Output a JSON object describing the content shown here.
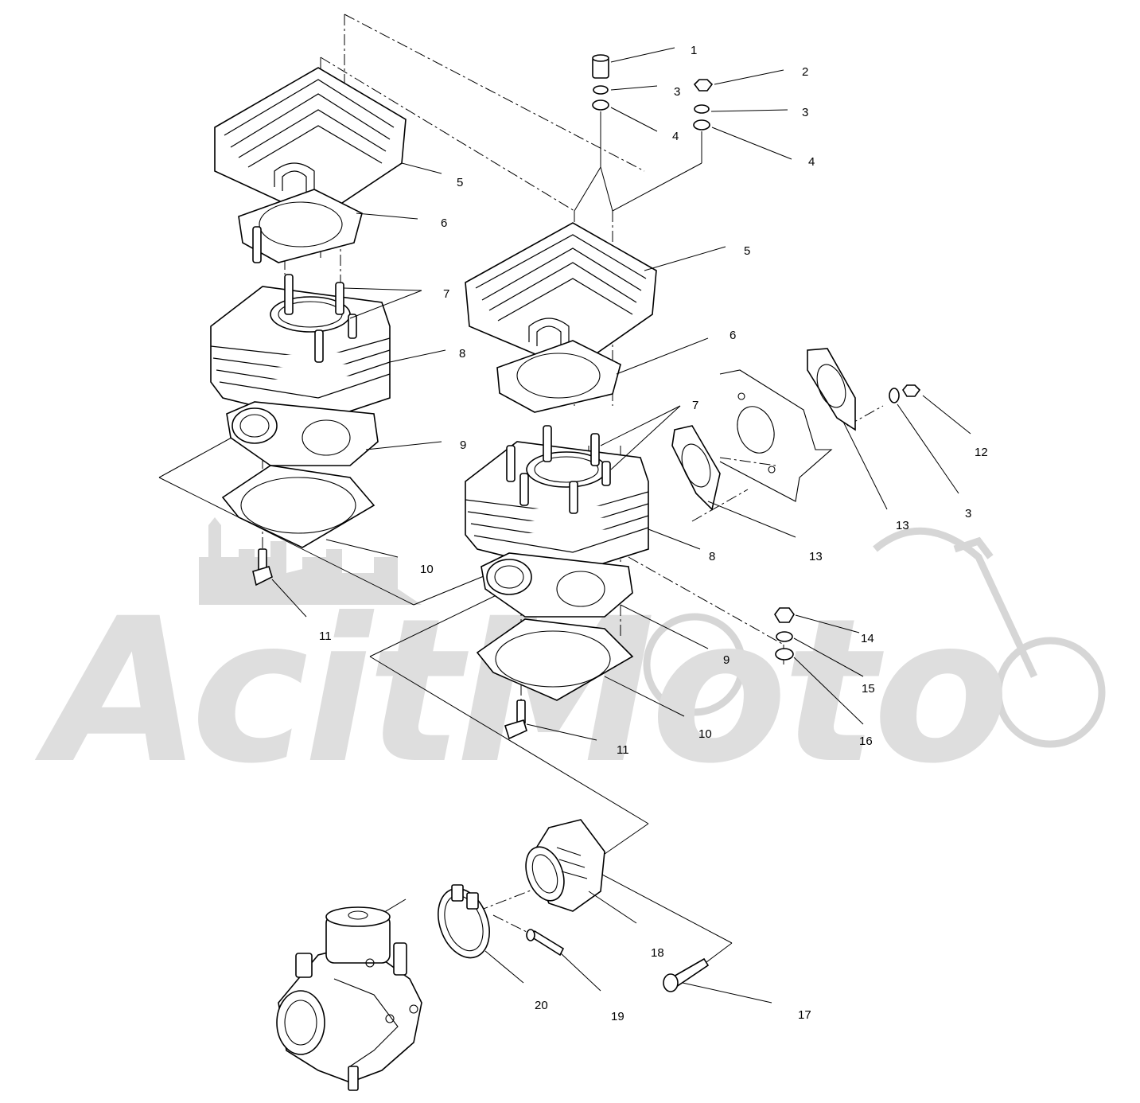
{
  "watermark": {
    "text": "AcitMoto",
    "color": "#dedede"
  },
  "callouts": [
    {
      "id": "c1",
      "label": "1"
    },
    {
      "id": "c2",
      "label": "2"
    },
    {
      "id": "c3a",
      "label": "3"
    },
    {
      "id": "c3b",
      "label": "3"
    },
    {
      "id": "c3c",
      "label": "3"
    },
    {
      "id": "c4a",
      "label": "4"
    },
    {
      "id": "c4b",
      "label": "4"
    },
    {
      "id": "c5a",
      "label": "5"
    },
    {
      "id": "c5b",
      "label": "5"
    },
    {
      "id": "c6a",
      "label": "6"
    },
    {
      "id": "c6b",
      "label": "6"
    },
    {
      "id": "c7a",
      "label": "7"
    },
    {
      "id": "c7b",
      "label": "7"
    },
    {
      "id": "c8a",
      "label": "8"
    },
    {
      "id": "c8b",
      "label": "8"
    },
    {
      "id": "c9a",
      "label": "9"
    },
    {
      "id": "c9b",
      "label": "9"
    },
    {
      "id": "c10a",
      "label": "10"
    },
    {
      "id": "c10b",
      "label": "10"
    },
    {
      "id": "c11a",
      "label": "11"
    },
    {
      "id": "c11b",
      "label": "11"
    },
    {
      "id": "c12",
      "label": "12"
    },
    {
      "id": "c13a",
      "label": "13"
    },
    {
      "id": "c13b",
      "label": "13"
    },
    {
      "id": "c14",
      "label": "14"
    },
    {
      "id": "c15",
      "label": "15"
    },
    {
      "id": "c16",
      "label": "16"
    },
    {
      "id": "c17",
      "label": "17"
    },
    {
      "id": "c18",
      "label": "18"
    },
    {
      "id": "c19",
      "label": "19"
    },
    {
      "id": "c20",
      "label": "20"
    }
  ]
}
